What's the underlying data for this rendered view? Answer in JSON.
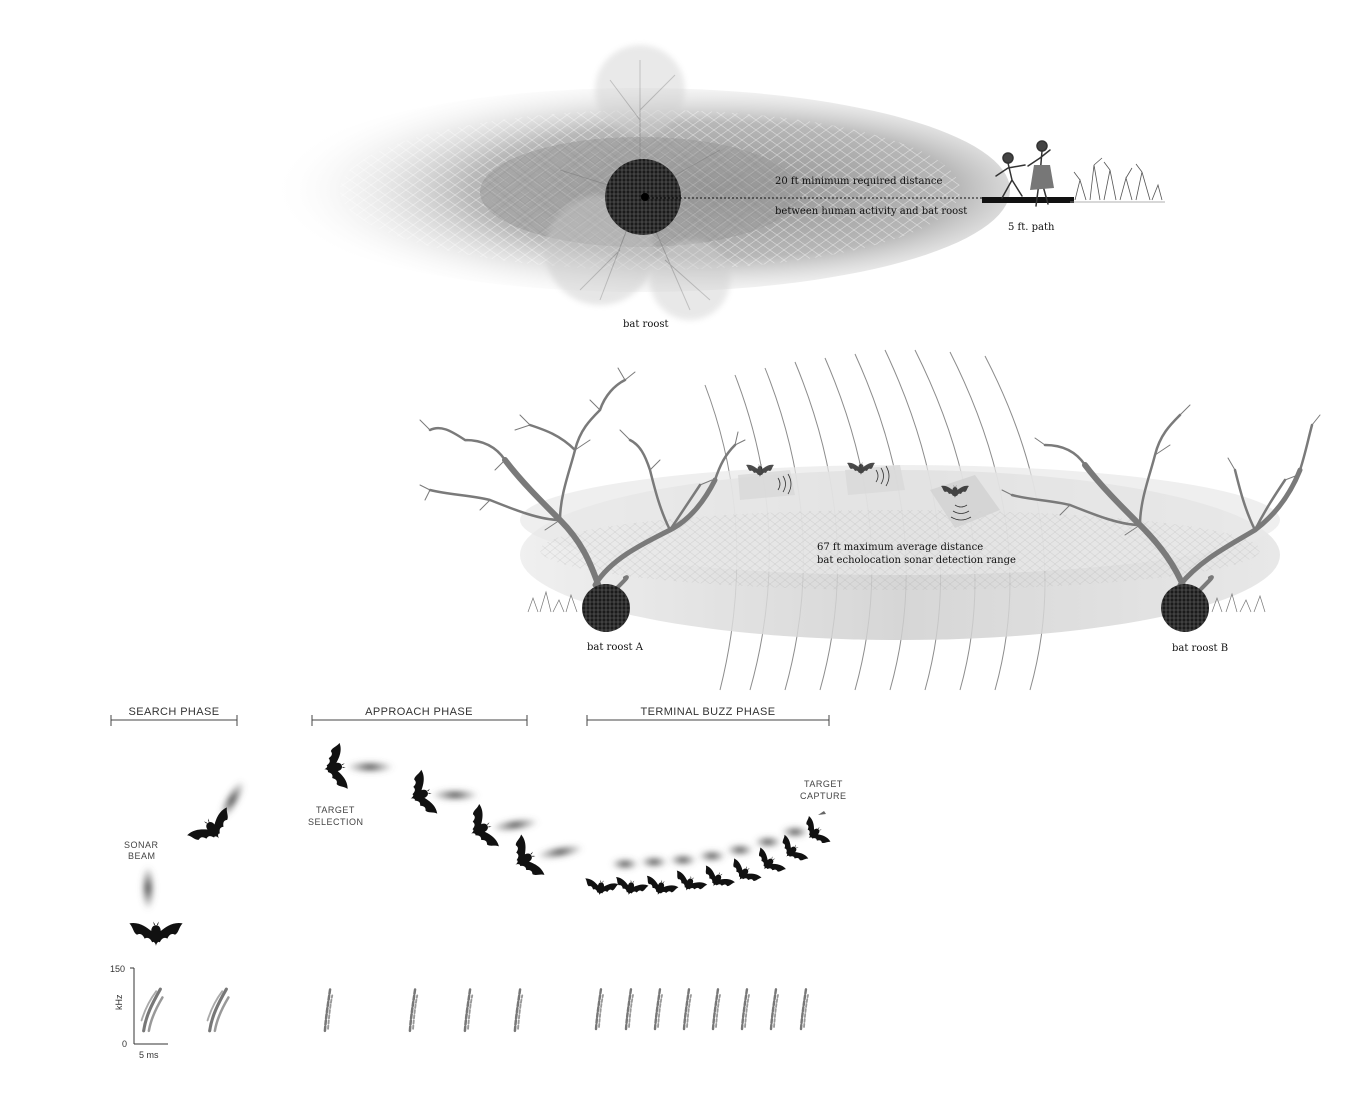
{
  "top": {
    "distance_line1": "20 ft minimum required distance",
    "distance_line2": "between human activity and bat roost",
    "path_label": "5 ft. path",
    "roost_label": "bat roost"
  },
  "middle": {
    "range_line1": "67 ft maximum average distance",
    "range_line2": "bat echolocation sonar detection range",
    "roost_a_label": "bat roost A",
    "roost_b_label": "bat roost B"
  },
  "phases": [
    {
      "label": "SEARCH PHASE"
    },
    {
      "label": "APPROACH PHASE"
    },
    {
      "label": "TERMINAL BUZZ PHASE"
    }
  ],
  "annotations": {
    "sonar_beam": [
      "SONAR",
      "BEAM"
    ],
    "target_selection": [
      "TARGET",
      "SELECTION"
    ],
    "target_capture": [
      "TARGET",
      "CAPTURE"
    ]
  },
  "spectrogram_axis": {
    "y_max": "150",
    "y_min": "0",
    "y_unit": "kHz",
    "x_scale": "5 ms"
  },
  "colors": {
    "ellipse_dark": "#9a9a9a",
    "ellipse_light": "#e6e6e6",
    "ink": "#111111",
    "tree": "#7a7a7a",
    "arc": "#8c8c8c"
  }
}
